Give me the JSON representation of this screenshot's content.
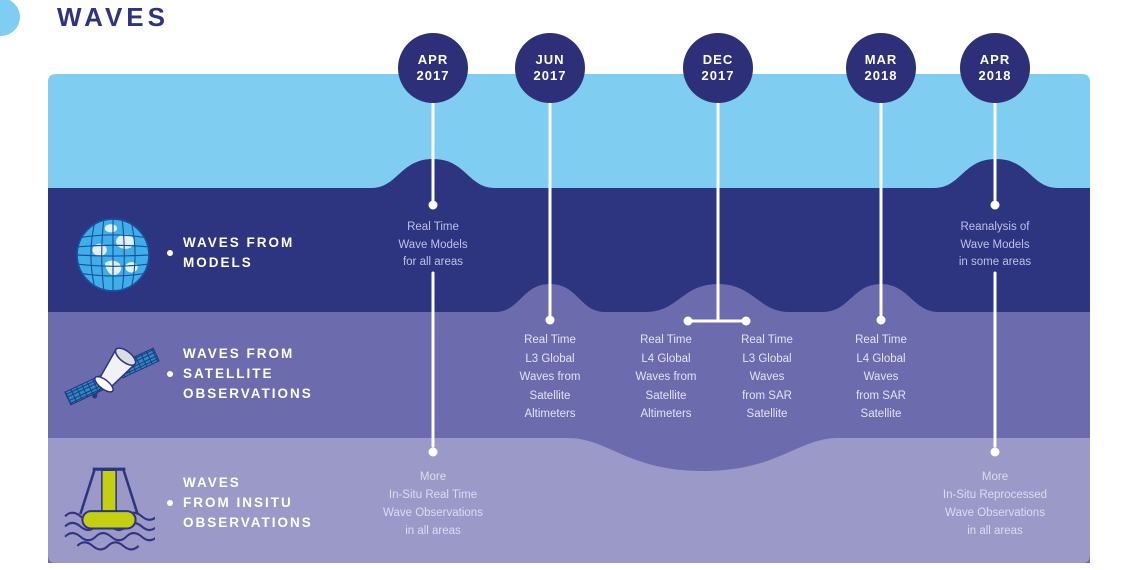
{
  "title": "WAVES",
  "colors": {
    "title_text": "#2f3480",
    "title_dot": "#7ecdf2",
    "band_sky": "#7fcdf1",
    "band_models": "#2d3480",
    "band_satellite": "#6b6bad",
    "band_insitu": "#9b99c8",
    "date_circle": "#2d2f78",
    "timeline_line": "#ffffff"
  },
  "timeline": {
    "dates": [
      {
        "month": "APR",
        "year": "2017"
      },
      {
        "month": "JUN",
        "year": "2017"
      },
      {
        "month": "DEC",
        "year": "2017"
      },
      {
        "month": "MAR",
        "year": "2018"
      },
      {
        "month": "APR",
        "year": "2018"
      }
    ],
    "rows": [
      {
        "id": "models",
        "icon": "globe-icon",
        "label_lines": [
          "WAVES FROM",
          "MODELS"
        ]
      },
      {
        "id": "satellite",
        "icon": "satellite-icon",
        "label_lines": [
          "WAVES FROM",
          "SATELLITE",
          "OBSERVATIONS"
        ]
      },
      {
        "id": "insitu",
        "icon": "buoy-icon",
        "label_lines": [
          "WAVES",
          "FROM INSITU",
          "OBSERVATIONS"
        ]
      }
    ],
    "events": [
      {
        "date": "APR 2017",
        "row": "models",
        "lines": [
          "Real Time",
          "Wave Models",
          "for all areas"
        ]
      },
      {
        "date": "JUN 2017",
        "row": "satellite",
        "lines": [
          "Real Time",
          "L3 Global",
          "Waves from",
          "Satellite",
          "Altimeters"
        ]
      },
      {
        "date": "DEC 2017",
        "row": "satellite",
        "lines": [
          "Real Time",
          "L4 Global",
          "Waves from",
          "Satellite",
          "Altimeters"
        ]
      },
      {
        "date": "DEC 2017",
        "row": "satellite",
        "lines": [
          "Real Time",
          "L3 Global",
          "Waves",
          "from SAR",
          "Satellite"
        ]
      },
      {
        "date": "MAR 2018",
        "row": "satellite",
        "lines": [
          "Real Time",
          "L4 Global",
          "Waves",
          "from SAR",
          "Satellite"
        ]
      },
      {
        "date": "APR 2017",
        "row": "insitu",
        "lines": [
          "More",
          "In-Situ Real Time",
          "Wave Observations",
          "in all areas"
        ]
      },
      {
        "date": "APR 2018",
        "row": "models",
        "lines": [
          "Reanalysis of",
          "Wave Models",
          "in some areas"
        ]
      },
      {
        "date": "APR 2018",
        "row": "insitu",
        "lines": [
          "More",
          "In-Situ Reprocessed",
          "Wave Observations",
          "in all areas"
        ]
      }
    ]
  }
}
